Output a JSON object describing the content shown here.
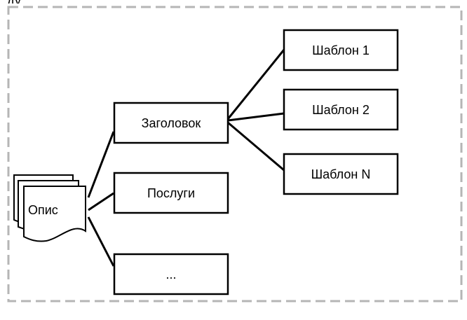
{
  "top_cut_text": "ду",
  "document": {
    "label": "Опис"
  },
  "level1": [
    {
      "label": "Заголовок"
    },
    {
      "label": "Послуги"
    },
    {
      "label": "..."
    }
  ],
  "templates": [
    {
      "label": "Шаблон 1"
    },
    {
      "label": "Шаблон 2"
    },
    {
      "label": "Шаблон N"
    }
  ],
  "colors": {
    "stroke": "#000000",
    "frame_dashed": "#b5b5b5",
    "box_fill": "#ffffff"
  }
}
